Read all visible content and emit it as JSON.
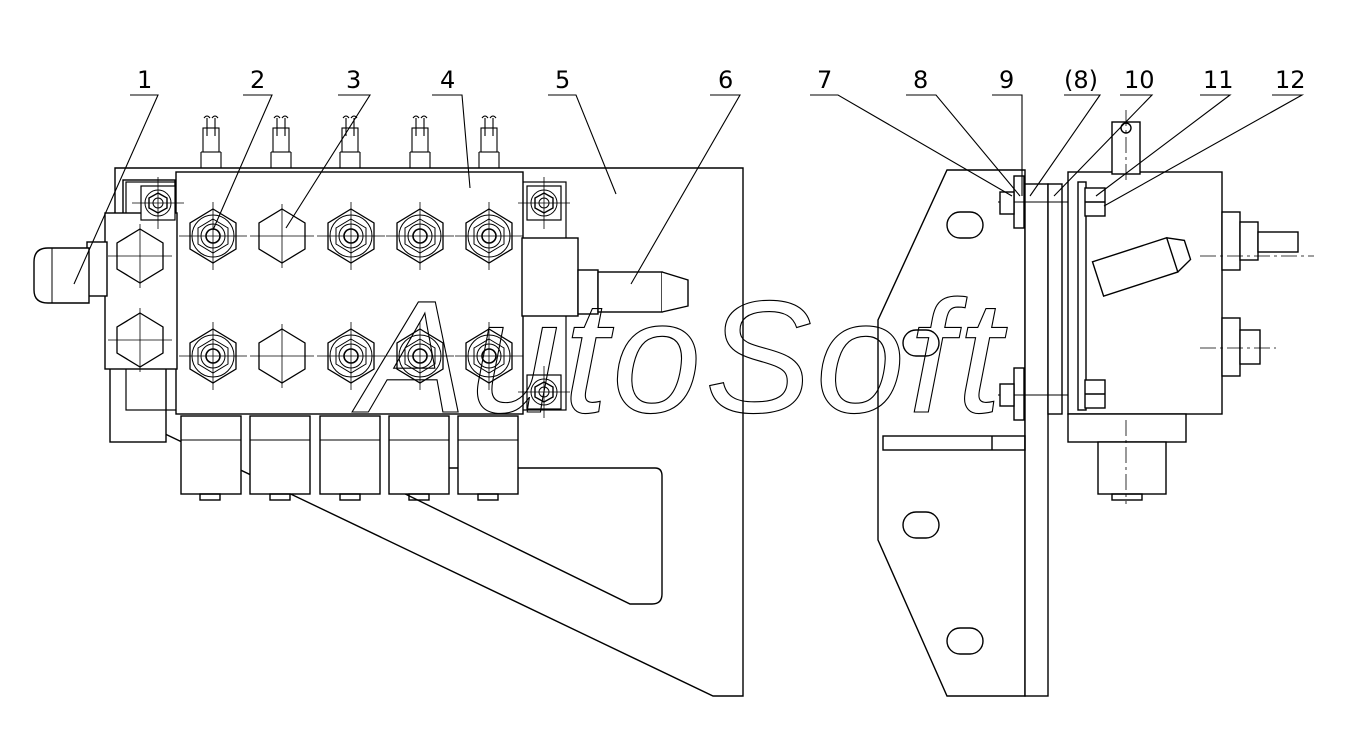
{
  "drawing": {
    "callouts": [
      {
        "id": "c1",
        "label": "1"
      },
      {
        "id": "c2",
        "label": "2"
      },
      {
        "id": "c3",
        "label": "3"
      },
      {
        "id": "c4",
        "label": "4"
      },
      {
        "id": "c5",
        "label": "5"
      },
      {
        "id": "c6",
        "label": "6"
      },
      {
        "id": "c7",
        "label": "7"
      },
      {
        "id": "c8",
        "label": "8"
      },
      {
        "id": "c9",
        "label": "9"
      },
      {
        "id": "c8b",
        "label": "(8)"
      },
      {
        "id": "c10",
        "label": "10"
      },
      {
        "id": "c11",
        "label": "11"
      },
      {
        "id": "c12",
        "label": "12"
      }
    ],
    "watermark": "AutoSoft",
    "line_color": "#000000",
    "background_color": "#ffffff"
  }
}
